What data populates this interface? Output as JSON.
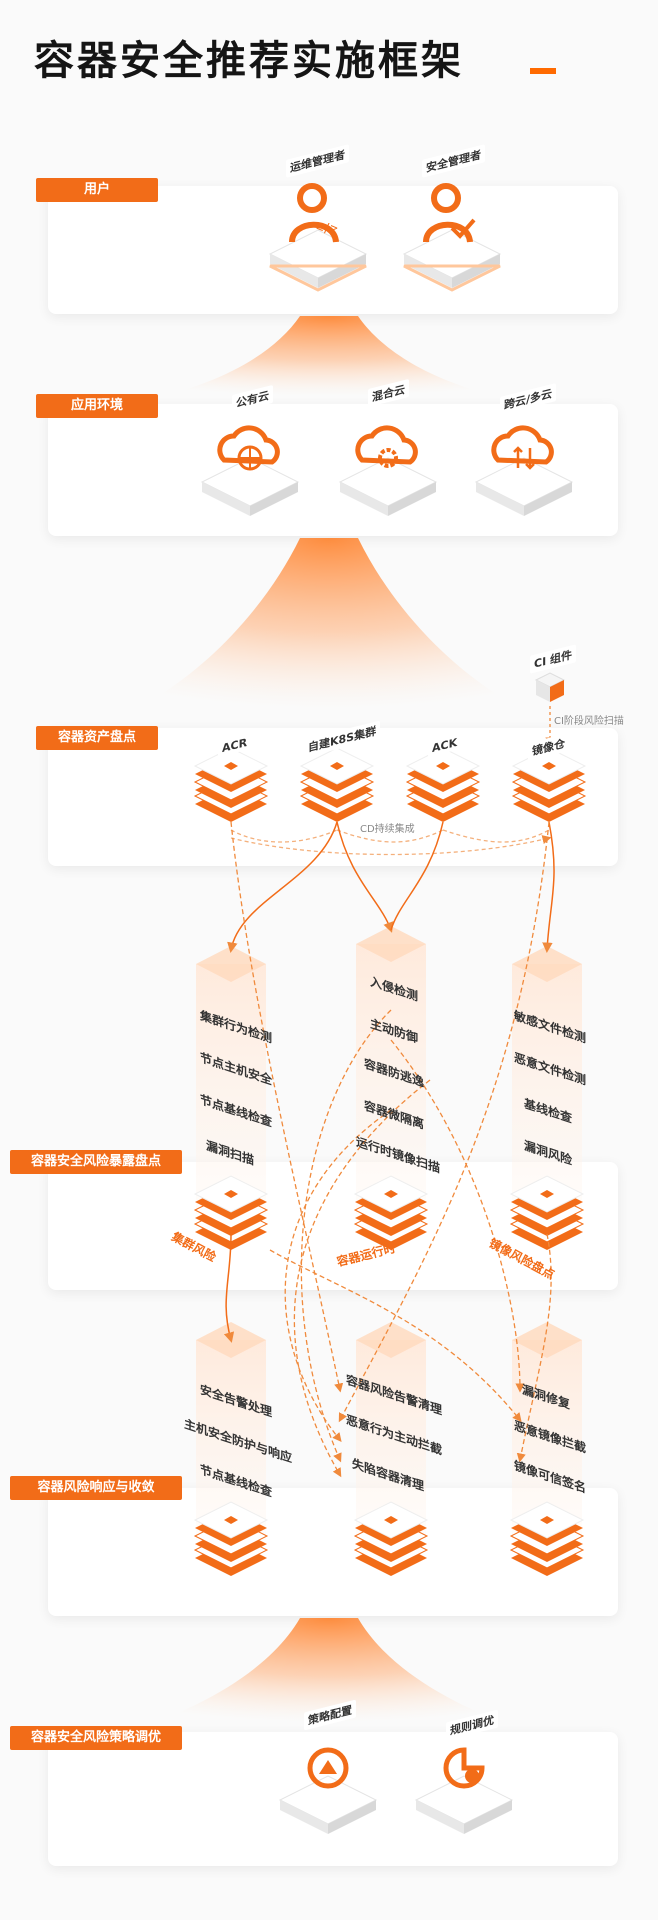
{
  "title": "容器安全推荐实施框架",
  "colors": {
    "accent": "#f26c18",
    "accent_light": "#ffb27a",
    "text": "#222222",
    "flow_line": "#f08a3c"
  },
  "layers": [
    {
      "label": "用户"
    },
    {
      "label": "应用环境"
    },
    {
      "label": "容器资产盘点"
    },
    {
      "label": "容器安全风险暴露盘点"
    },
    {
      "label": "容器风险响应与收敛"
    },
    {
      "label": "容器安全风险策略调优"
    }
  ],
  "users": [
    {
      "label": "运维管理者",
      "icon": "ops-admin-icon"
    },
    {
      "label": "安全管理者",
      "icon": "security-admin-icon"
    }
  ],
  "environments": [
    {
      "label": "公有云",
      "icon": "public-cloud-icon"
    },
    {
      "label": "混合云",
      "icon": "hybrid-cloud-icon"
    },
    {
      "label": "跨云/多云",
      "icon": "multi-cloud-icon"
    }
  ],
  "ci": {
    "label": "CI 组件",
    "scan_label": "CI阶段风险扫描"
  },
  "assets": [
    {
      "label": "ACR"
    },
    {
      "label": "自建K8S集群"
    },
    {
      "label": "ACK"
    },
    {
      "label": "镜像仓"
    }
  ],
  "cd_label": "CD持续集成",
  "exposure_columns": [
    {
      "caption": "集群风险",
      "items": [
        "集群行为检测",
        "节点主机安全",
        "节点基线检查",
        "漏洞扫描"
      ]
    },
    {
      "caption": "容器运行时",
      "items": [
        "入侵检测",
        "主动防御",
        "容器防逃逸",
        "容器微隔离",
        "运行时镜像扫描"
      ]
    },
    {
      "caption": "镜像风险盘点",
      "items": [
        "敏感文件检测",
        "恶意文件检测",
        "基线检查",
        "漏洞风险"
      ]
    }
  ],
  "response_columns": [
    {
      "items": [
        "安全告警处理",
        "主机安全防护与响应",
        "节点基线检查"
      ]
    },
    {
      "items": [
        "容器风险告警清理",
        "恶意行为主动拦截",
        "失陷容器清理"
      ]
    },
    {
      "items": [
        "漏洞修复",
        "恶意镜像拦截",
        "镜像可信签名"
      ]
    }
  ],
  "strategies": [
    {
      "label": "策略配置",
      "icon": "policy-config-icon"
    },
    {
      "label": "规则调优",
      "icon": "rule-tuning-icon"
    }
  ]
}
